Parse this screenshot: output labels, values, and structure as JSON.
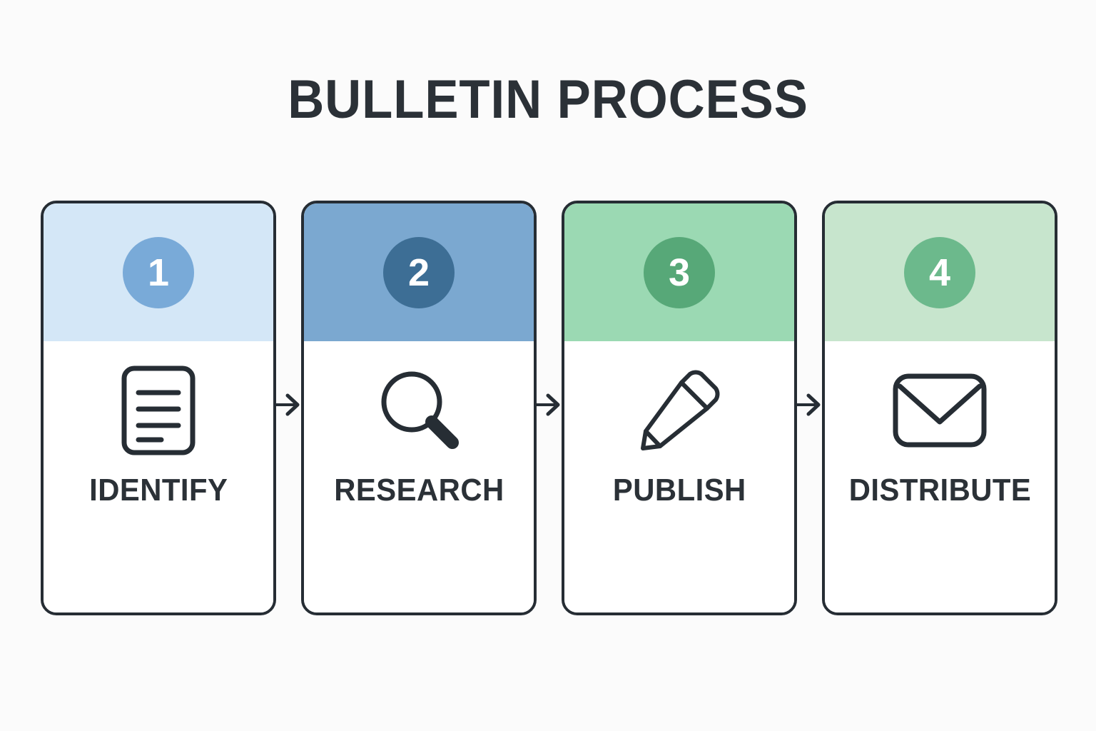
{
  "page": {
    "title": "BULLETIN PROCESS",
    "background_color": "#fbfbfb",
    "outline_color": "#262d34",
    "text_color": "#2b3137"
  },
  "steps": [
    {
      "number": "1",
      "label": "IDENTIFY",
      "icon": "document-icon",
      "header_color": "#d4e7f7",
      "badge_color": "#79aad8"
    },
    {
      "number": "2",
      "label": "RESEARCH",
      "icon": "magnifier-icon",
      "header_color": "#7ba8d0",
      "badge_color": "#3d6e95"
    },
    {
      "number": "3",
      "label": "PUBLISH",
      "icon": "pencil-icon",
      "header_color": "#9bd9b3",
      "badge_color": "#57a878"
    },
    {
      "number": "4",
      "label": "DISTRIBUTE",
      "icon": "envelope-icon",
      "header_color": "#c7e5cd",
      "badge_color": "#6cb98c"
    }
  ],
  "connectors": [
    {
      "name": "arrow-1-to-2"
    },
    {
      "name": "arrow-2-to-3"
    },
    {
      "name": "arrow-3-to-4"
    }
  ]
}
